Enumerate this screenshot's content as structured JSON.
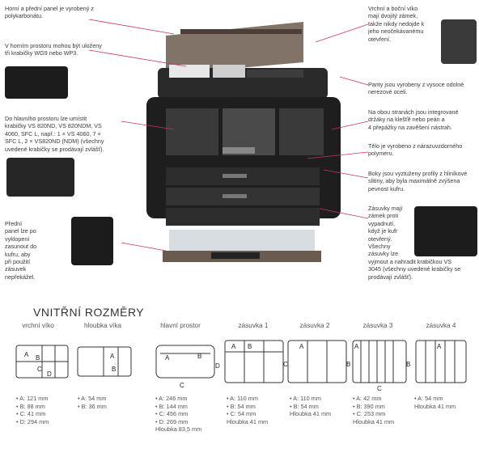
{
  "callouts": {
    "c1": "Horní a přední panel je vyrobený z\npolykarbonátu.",
    "c2": "V horním prostoru mohou být uloženy\ntři krabičky WG9 nebo WP3.",
    "c3": "Do hlavního prostoru lze umístit\nkrabičky VS 820ND, VS 820NDM, VS\n4060, SFC L, např.: 1 × VS 4060, 7 ×\nSFC L, 2 × VS820ND (NDM) (všechny\nuvedené krabičky se prodávají zvlášť).",
    "c4": "Přední\npanel lze po\nvyklopení\nzasunout do\nkufru, aby\npři použití\nzásuvek\nnepřekážel.",
    "r1": "Vrchní a boční víko\nmají dvojitý zámek,\ntakže nikdy nedojde k\njeho neočekávanému\notevření.",
    "r2": "Panty jsou vyrobeny z vysoce odolné\nnerezové oceli.",
    "r3": "Na obou stranách jsou integrované\ndržáky na klešťě nebo peán a\n4 přepážky na zavěšení nástrah.",
    "r4": "Tělo je vyrobeno z nárazuvzdorného\npolymeru.",
    "r5": "Boky jsou vyztuženy profily z hliníkové\nslitiny, aby byla maximálně zvýšena\npevnost kufru.",
    "r6": "Zásuvky mají\nzámek proti\nvypadnutí,\nkdyž je kufr\notevřený.\nVšechny\nzásuvky lze\nvyjmout a nahradit krabičkou VS\n3045 (všechny uvedené krabičky se\nprodávají zvlášť)."
  },
  "section_title": "VNITŘNÍ ROZMĚRY",
  "columns": [
    {
      "title": "vrchní víko",
      "specs": "•  A: 121 mm\n•  B: 88 mm\n•  C: 41 mm\n•  D: 294 mm"
    },
    {
      "title": "hloubka víka",
      "specs": "•  A: 54 mm\n•  B: 36 mm"
    },
    {
      "title": "hlavní prostor",
      "specs": "•  A: 246 mm\n•  B: 144 mm\n•  C: 456 mm\n•  D: 269 mm\nHloubka 83,5 mm"
    },
    {
      "title": "zásuvka 1",
      "specs": "•  A: 110 mm\n•  B: 54 mm\n•  C: 54 mm\nHloubka 41 mm"
    },
    {
      "title": "zásuvka 2",
      "specs": "•  A: 110 mm\n•  B: 54 mm\nHloubka 41 mm"
    },
    {
      "title": "zásuvka 3",
      "specs": "•  A: 42 mm\n•  B: 390 mm\n•  C: 253 mm\nHloubka 41 mm"
    },
    {
      "title": "zásuvka 4",
      "specs": "•  A: 54 mm\nHloubka 41 mm"
    }
  ],
  "letters": {
    "A": "A",
    "B": "B",
    "C": "C",
    "D": "D"
  },
  "colors": {
    "line": "#c8336a",
    "body": "#1e1e1e",
    "smoke": "#6b5a4e"
  }
}
